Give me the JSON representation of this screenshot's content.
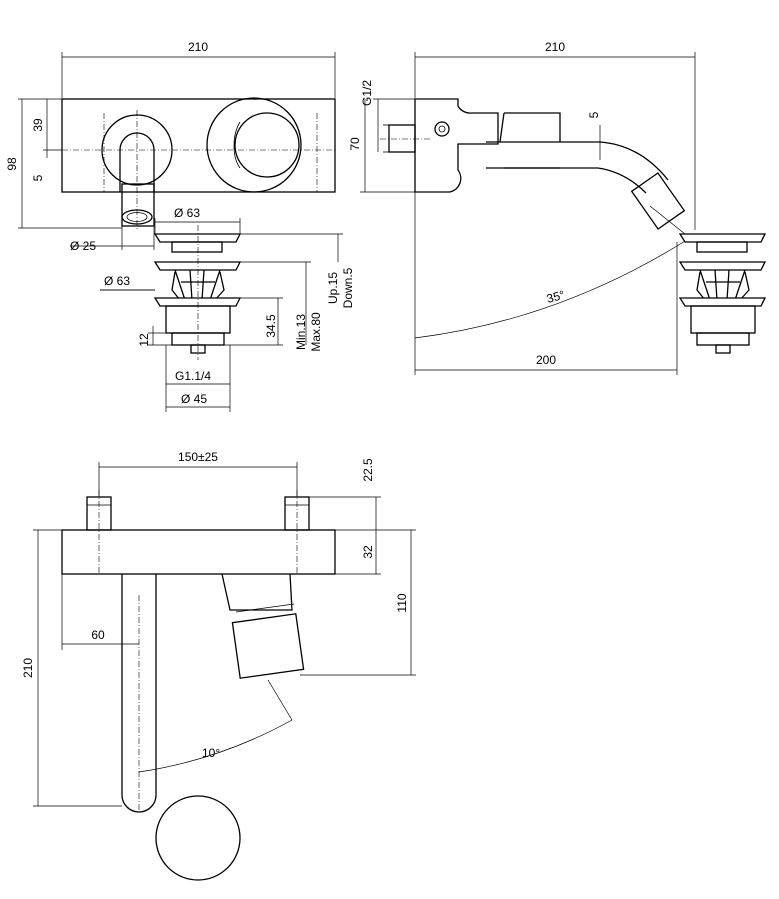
{
  "colors": {
    "line": "#000000",
    "background": "#ffffff"
  },
  "front_view": {
    "width": "210",
    "height": "98",
    "offset_top": "39",
    "offset_small": "5",
    "spout_dia": "Ø 25"
  },
  "side_view": {
    "width": "210",
    "thread": "G1/2",
    "height": "70",
    "offset": "5",
    "angle": "35°",
    "projection": "200"
  },
  "waste": {
    "cap_dia": "Ø 63",
    "flange_dia": "Ø 63",
    "base_dia": "Ø 45",
    "thread": "G1.1/4",
    "nut_height": "12",
    "body_height": "34.5",
    "range": "Min.13\nMax.80",
    "range_min": "Min.13",
    "range_max": "Max.80",
    "stroke_up": "Up.15",
    "stroke_down": "Down.5"
  },
  "top_view": {
    "centres": "150±25",
    "stub_height": "22.5",
    "body_depth": "32",
    "handle_depth": "110",
    "spout_offset": "60",
    "spout_length": "210",
    "swivel_angle": "10°"
  }
}
